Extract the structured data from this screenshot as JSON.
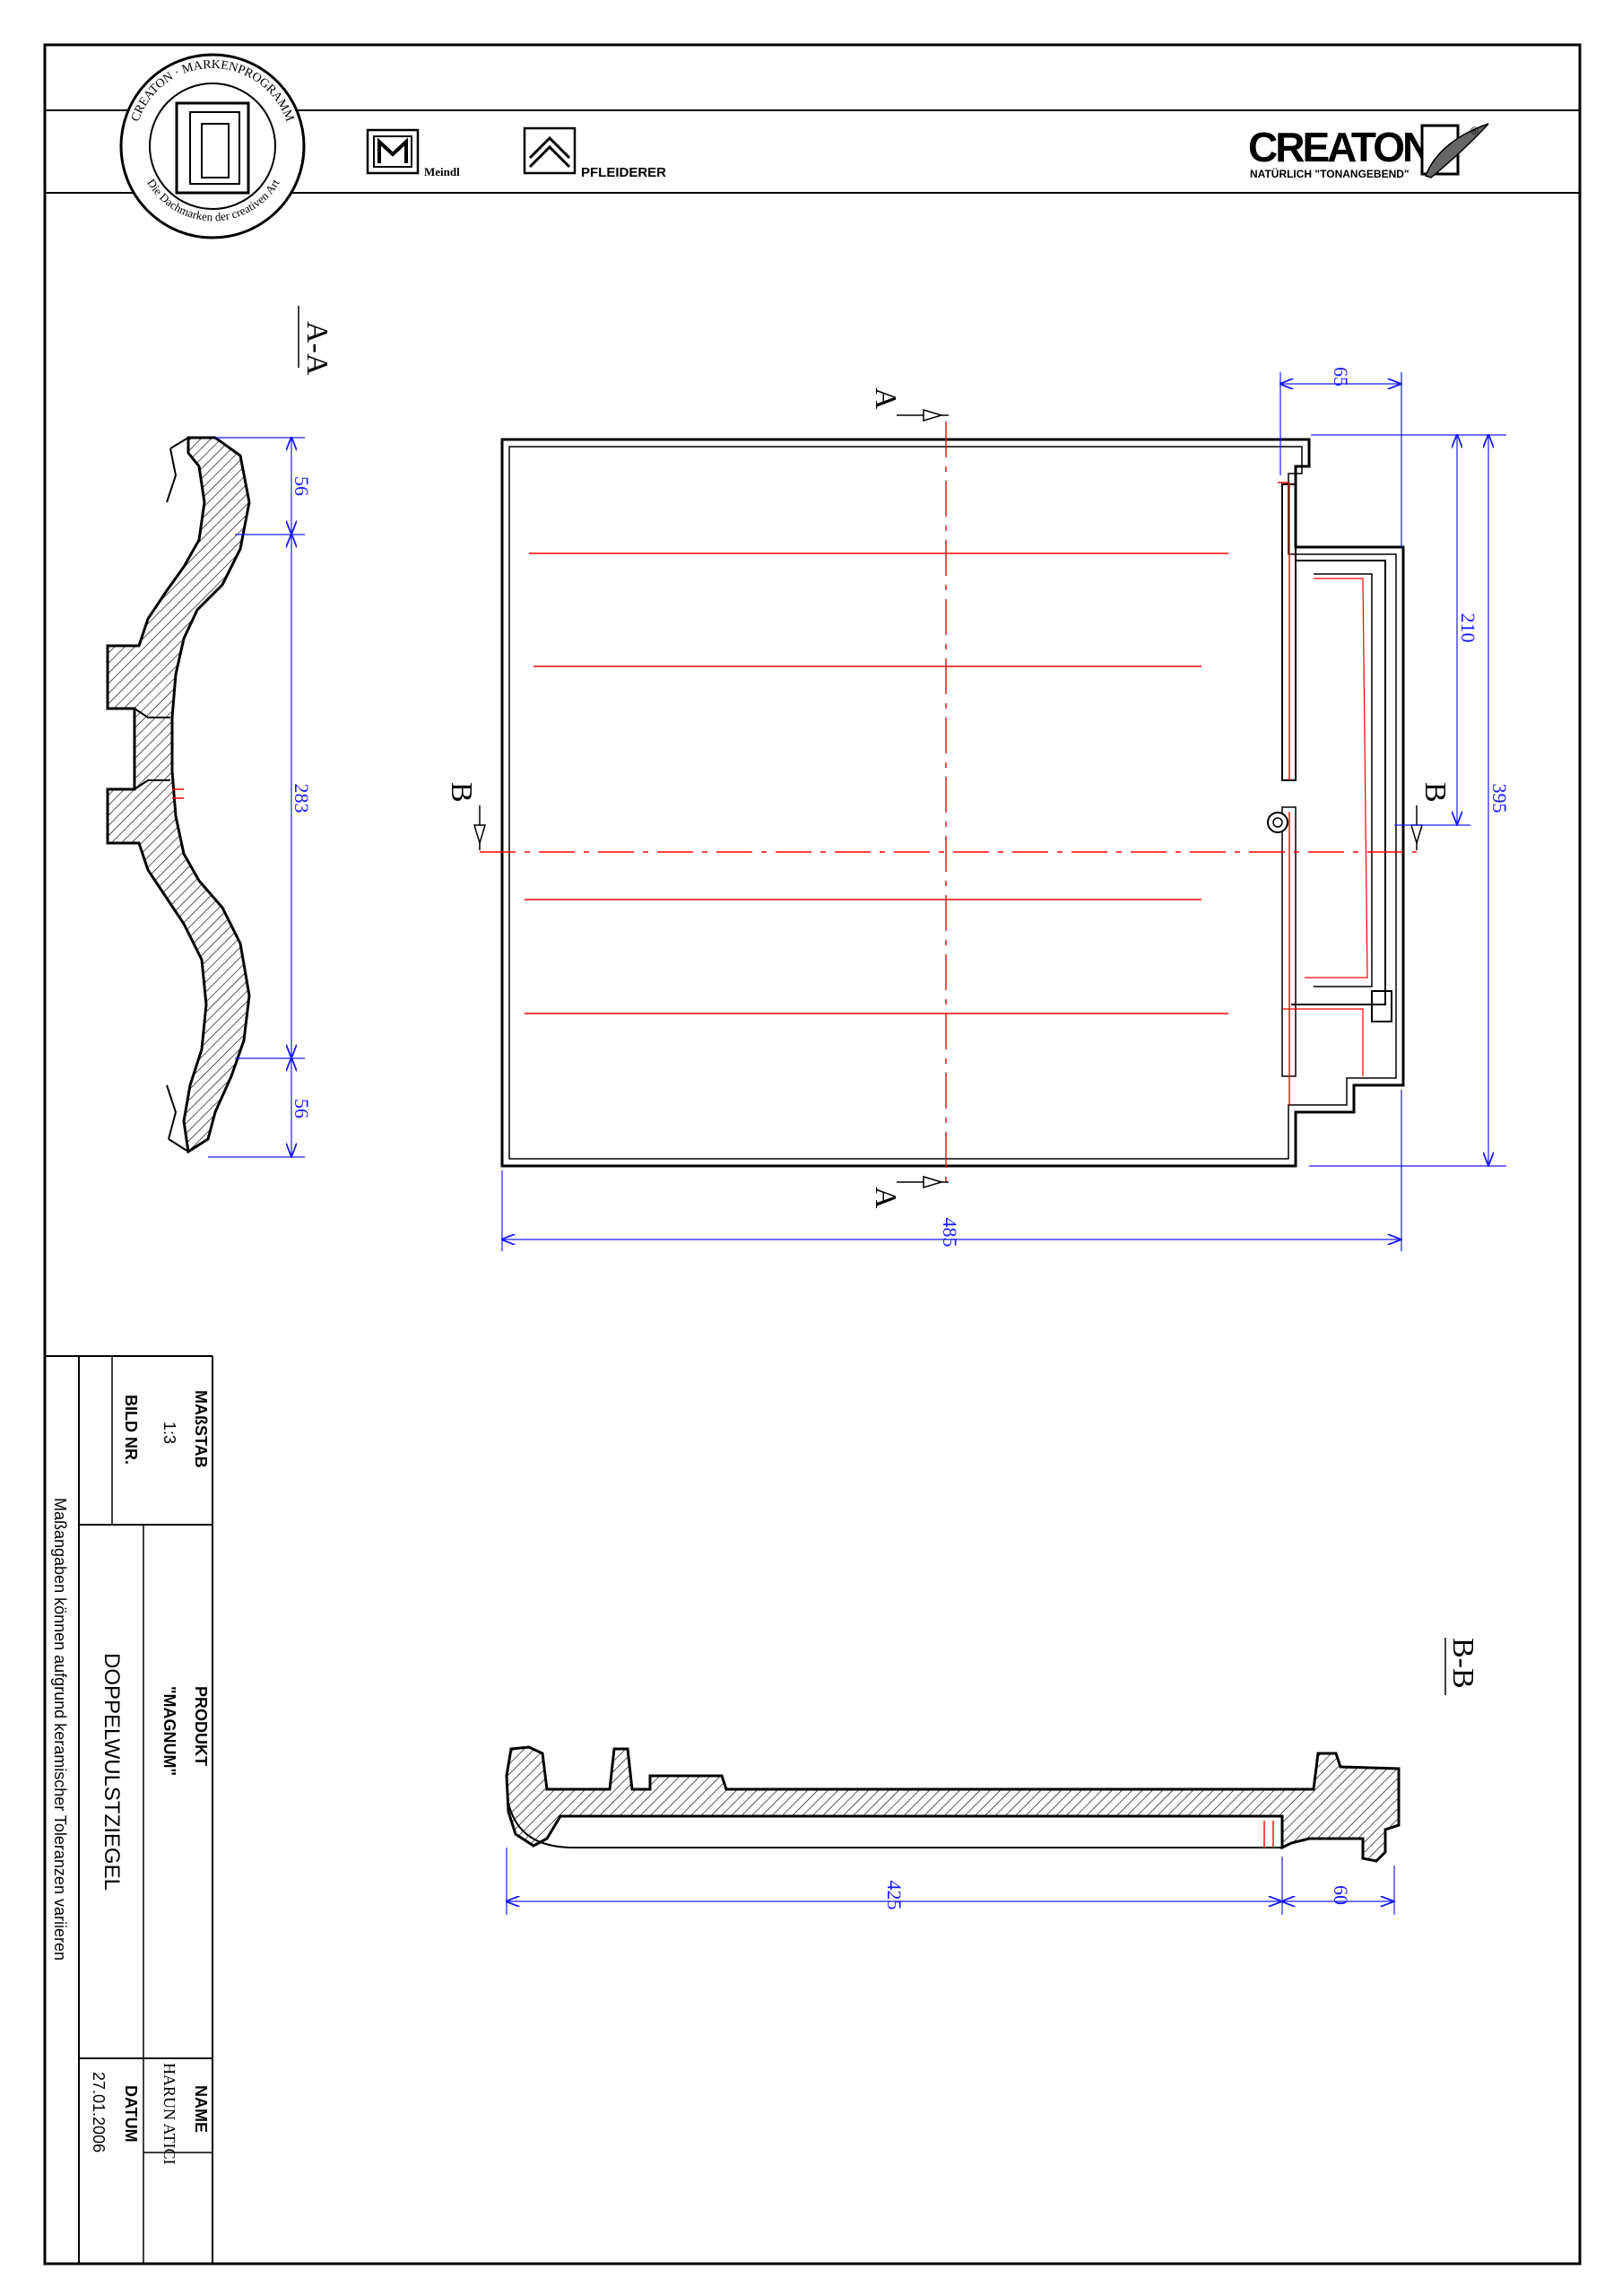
{
  "header": {
    "seal_top": "CREATON · MARKENPROGRAMM",
    "seal_bottom": "Die Dachmarken der creativen Art",
    "brand_meindl": "Meindl",
    "brand_pfleiderer": "PFLEIDERER",
    "logo_main": "CREATON",
    "logo_tagline": "NATÜRLICH \"TONANGEBEND\"",
    "logo_reg": "®"
  },
  "views": {
    "section_aa": "A-A",
    "section_bb": "B-B",
    "cut_a": "A",
    "cut_b": "B"
  },
  "dimensions": {
    "aa_top": "56",
    "aa_mid": "283",
    "aa_bottom": "56",
    "plan_65": "65",
    "plan_210": "210",
    "plan_395": "395",
    "plan_485": "485",
    "bb_425": "425",
    "bb_60": "60"
  },
  "title_block": {
    "scale_label": "MAßSTAB",
    "scale_value": "1:3",
    "image_no_label": "BILD NR.",
    "product_label": "PRODUKT",
    "product_value": "\"MAGNUM\"",
    "description": "DOPPELWULSTZIEGEL",
    "name_label": "NAME",
    "name_value": "HARUN ATICI",
    "date_label": "DATUM",
    "date_value": "27.01.2006",
    "note": "Maßangaben können aufgrund keramischer Toleranzen variieren"
  },
  "colors": {
    "line": "#000000",
    "dimension": "#1a1aff",
    "center_line": "#ff0000",
    "hatch": "#000000"
  }
}
